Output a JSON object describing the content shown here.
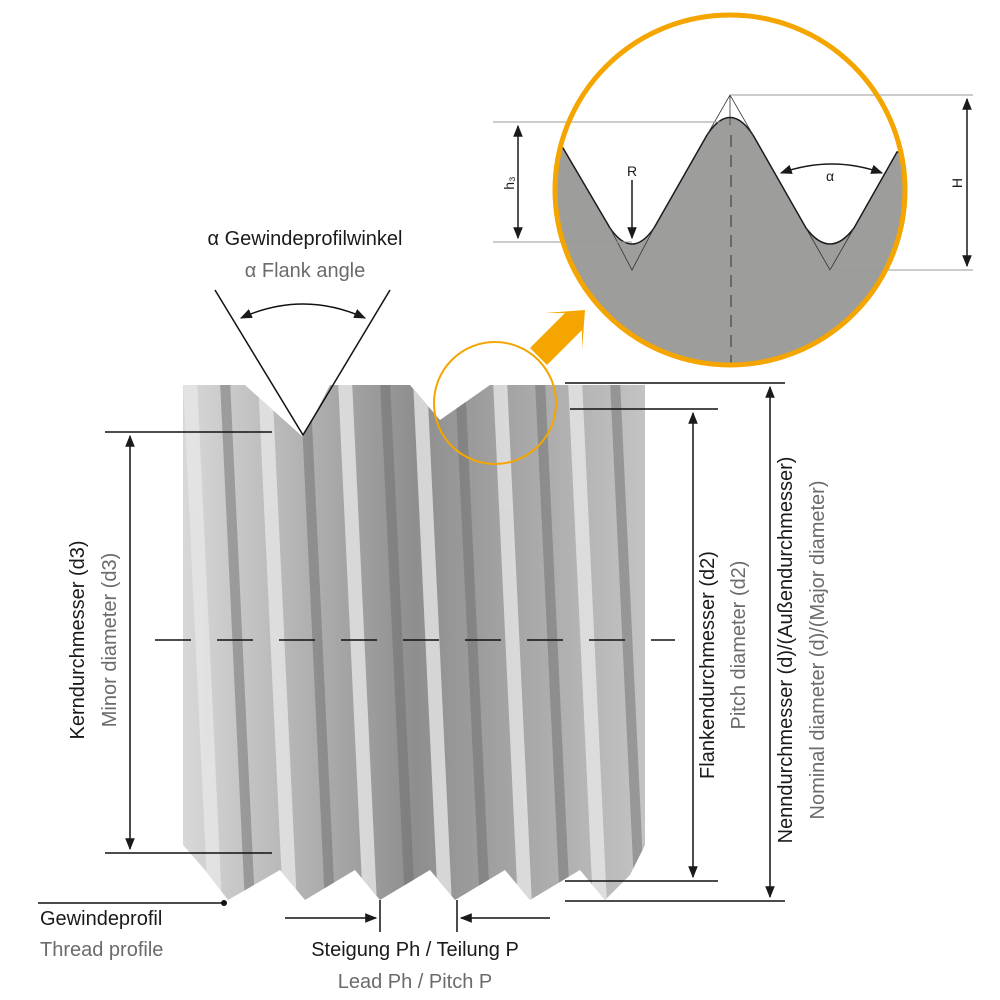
{
  "title_de": "α Gewindeprofilwinkel",
  "title_en": "α Flank angle",
  "minor_de": "Kerndurchmesser (d3)",
  "minor_en": "Minor diameter (d3)",
  "pitchdia_de": "Flankendurchmesser (d2)",
  "pitchdia_en": "Pitch diameter (d2)",
  "nominal_de": "Nenndurchmesser (d)/(Außendurchmesser)",
  "nominal_en": "Nominal diameter (d)/(Major diameter)",
  "profile_de": "Gewindeprofil",
  "profile_en": "Thread profile",
  "lead_de": "Steigung Ph / Teilung P",
  "lead_en": "Lead Ph / Pitch P",
  "inset": {
    "h3": "h₃",
    "R": "R",
    "alpha": "α",
    "H": "H"
  },
  "colors": {
    "accent": "#f5a500",
    "profile_fill": "#9d9d9b"
  }
}
